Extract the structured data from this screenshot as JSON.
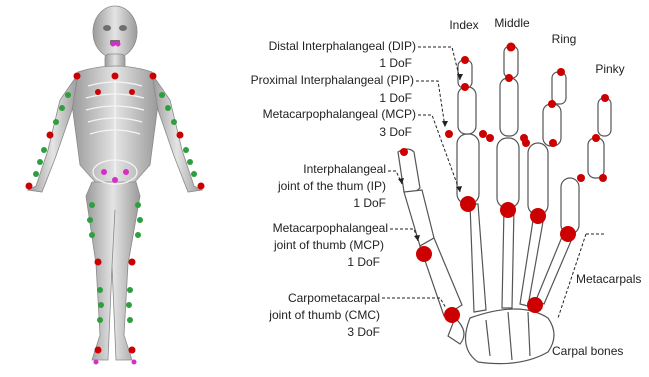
{
  "finger_names": {
    "index": "Index",
    "middle": "Middle",
    "ring": "Ring",
    "pinky": "Pinky"
  },
  "joint_labels": {
    "dip": {
      "name": "Distal Interphalangeal (DIP)",
      "dof": "1 DoF"
    },
    "pip": {
      "name": "Proximal Interphalangeal (PIP)",
      "dof": "1 DoF"
    },
    "mcp": {
      "name": "Metacarpophalangeal (MCP)",
      "dof": "3 DoF"
    },
    "thumb_ip": {
      "line1": "Interphalangeal",
      "line2": "joint of the thum (IP)",
      "dof": "1 DoF"
    },
    "thumb_mcp": {
      "line1": "Metacarpophalangeal",
      "line2": "joint of thumb (MCP)",
      "dof": "1 DoF"
    },
    "thumb_cmc": {
      "line1": "Carpometacarpal",
      "line2": "joint of thumb (CMC)",
      "dof": "3 DoF"
    }
  },
  "region_labels": {
    "metacarpals": "Metacarpals",
    "carpal_bones": "Carpal bones"
  },
  "colors": {
    "joint_red": "#cc0000",
    "joint_green": "#2e9e3f",
    "joint_magenta": "#d62fc8",
    "bone_outline": "#555555",
    "body_gray": "#c4c4c4"
  }
}
